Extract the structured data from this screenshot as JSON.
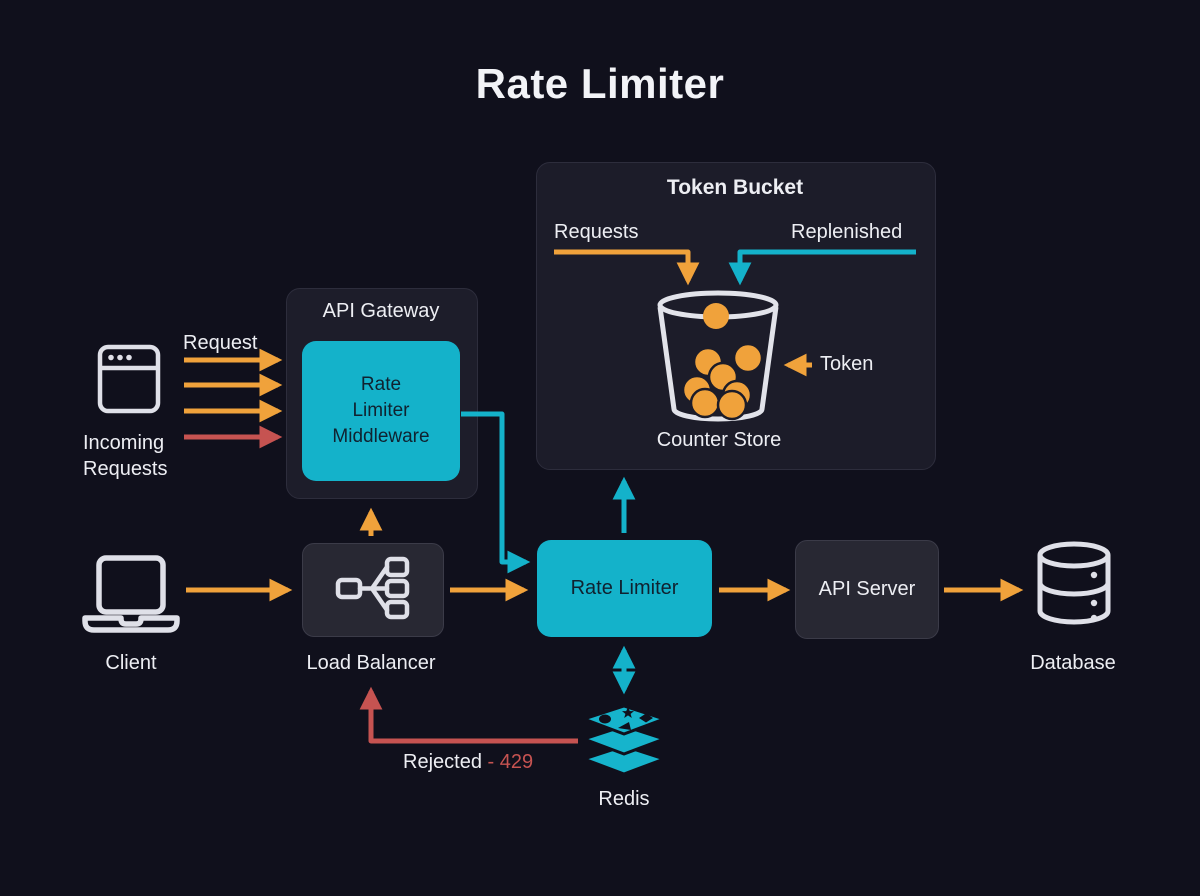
{
  "title": "Rate Limiter",
  "colors": {
    "background": "#10101c",
    "panel": "#1c1c29",
    "node_box": "#282833",
    "accent_cyan": "#14b2ca",
    "accent_orange": "#f0a23b",
    "accent_red": "#c65351",
    "icon_stroke": "#dfe0e8",
    "text": "#edeef3"
  },
  "token_bucket": {
    "title": "Token Bucket",
    "requests_label": "Requests",
    "replenished_label": "Replenished",
    "token_label": "Token",
    "counter_store_label": "Counter Store"
  },
  "api_gateway": {
    "title": "API Gateway",
    "middleware_lines": [
      "Rate",
      "Limiter",
      "Middleware"
    ]
  },
  "nodes": {
    "incoming_requests": {
      "flow_label": "Request",
      "label_lines": [
        "Incoming",
        "Requests"
      ]
    },
    "client": {
      "label": "Client"
    },
    "load_balancer": {
      "label": "Load Balancer"
    },
    "rate_limiter": {
      "label": "Rate Limiter"
    },
    "api_server": {
      "label": "API Server"
    },
    "database": {
      "label": "Database"
    },
    "redis": {
      "label": "Redis"
    }
  },
  "edges": {
    "rejected_label": "Rejected",
    "rejected_code": "- 429"
  }
}
